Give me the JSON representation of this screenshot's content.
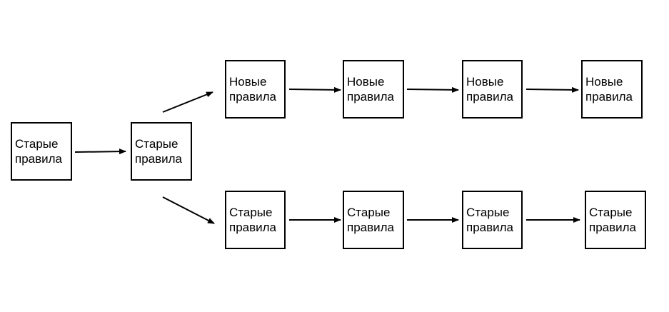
{
  "nodes": {
    "start": [
      "Старые",
      "правила"
    ],
    "fork": [
      "Старые",
      "правила"
    ],
    "top": [
      [
        "Новые",
        "правила"
      ],
      [
        "Новые",
        "правила"
      ],
      [
        "Новые",
        "правила"
      ],
      [
        "Новые",
        "правила"
      ]
    ],
    "bottom": [
      [
        "Старые",
        "правила"
      ],
      [
        "Старые",
        "правила"
      ],
      [
        "Старые",
        "правила"
      ],
      [
        "Старые",
        "правила"
      ]
    ]
  },
  "colors": {
    "stroke": "#000000",
    "background": "#ffffff"
  }
}
